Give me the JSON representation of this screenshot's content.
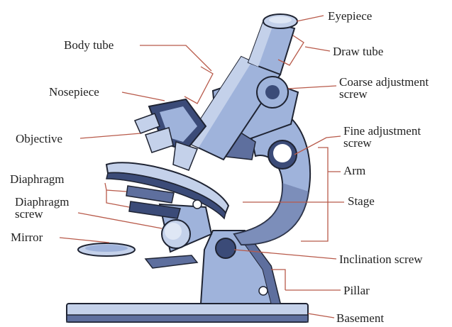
{
  "diagram": {
    "colors": {
      "line": "#b85a4a",
      "metal_light": "#c4d1ea",
      "metal_mid": "#9fb3db",
      "metal_dark": "#3b4b78",
      "outline": "#1f2433",
      "shadow": "#5e6f9e"
    },
    "labels": {
      "eyepiece": "Eyepiece",
      "body_tube": "Body tube",
      "draw_tube": "Draw tube",
      "coarse_adjustment_line1": "Coarse adjustment",
      "coarse_adjustment_line2": "screw",
      "nosepiece": "Nosepiece",
      "fine_adjustment_line1": "Fine adjustment",
      "fine_adjustment_line2": "screw",
      "objective": "Objective",
      "arm": "Arm",
      "diaphragm": "Diaphragm",
      "stage": "Stage",
      "diaphragm_screw_line1": "Diaphragm",
      "diaphragm_screw_line2": "screw",
      "mirror": "Mirror",
      "inclination_screw": "Inclination screw",
      "pillar": "Pillar",
      "basement": "Basement"
    }
  }
}
